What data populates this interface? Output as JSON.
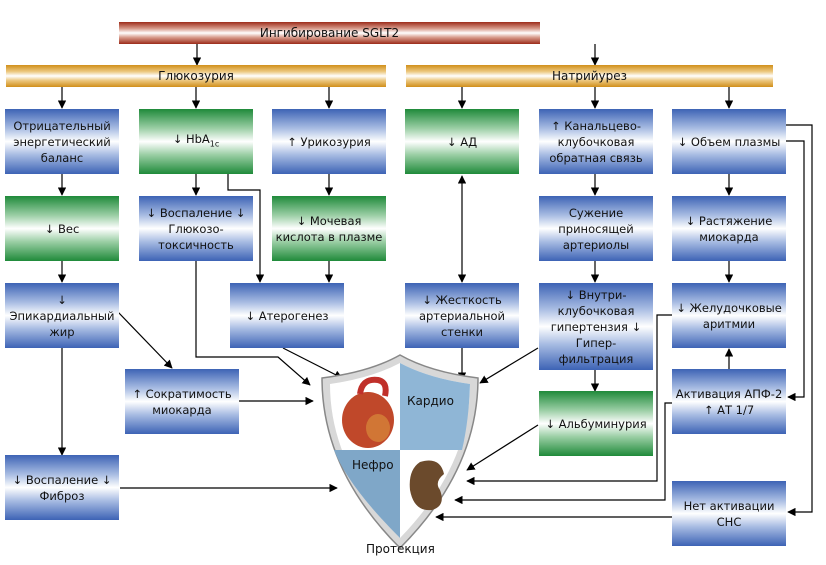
{
  "top": {
    "title": "Ингибирование SGLT2"
  },
  "branches": {
    "left": "Глюкозурия",
    "right": "Натрийурез"
  },
  "boxes": {
    "energy": "Отрицательный энергетический баланс",
    "hba1c_prefix": "↓ HbA",
    "hba1c_sub": "1c",
    "uricosuria": "↑ Урикозурия",
    "bp": "↓ АД",
    "tgf": "↑ Канальцево-клубочковая обратная связь",
    "plasma": "↓ Объем плазмы",
    "weight": "↓ Вес",
    "inflam_gluco": "↓ Воспаление ↓ Глюкозо-токсичность",
    "uric_acid": "↓ Мочевая кислота в плазме",
    "afferent": "Сужение приносящей артериолы",
    "stretch": "↓ Растяжение миокарда",
    "epicardial": "↓ Эпикардиальный жир",
    "atherogenesis": "↓ Атерогенез",
    "stiffness": "↓ Жесткость артериальной стенки",
    "intraglom": "↓ Внутри-клубочковая гипертензия ↓ Гипер-фильтрация",
    "arrhythmia": "↓ Желудочковые аритмии",
    "contractility": "↑ Сократимость миокарда",
    "albuminuria": "↓ Альбуминурия",
    "ace2": "Активация АПФ-2 ↑ АТ 1/7",
    "inflam_fibro": "↓ Воспаление ↓ Фиброз",
    "sns": "Нет активации СНС"
  },
  "shield": {
    "cardio": "Кардио",
    "nephro": "Нефро",
    "caption": "Протекция"
  },
  "colors": {
    "blue": "#3d63b5",
    "green": "#1f8a3a",
    "red_bar": "#9c2b1a",
    "gold_bar": "#d18f1a"
  }
}
